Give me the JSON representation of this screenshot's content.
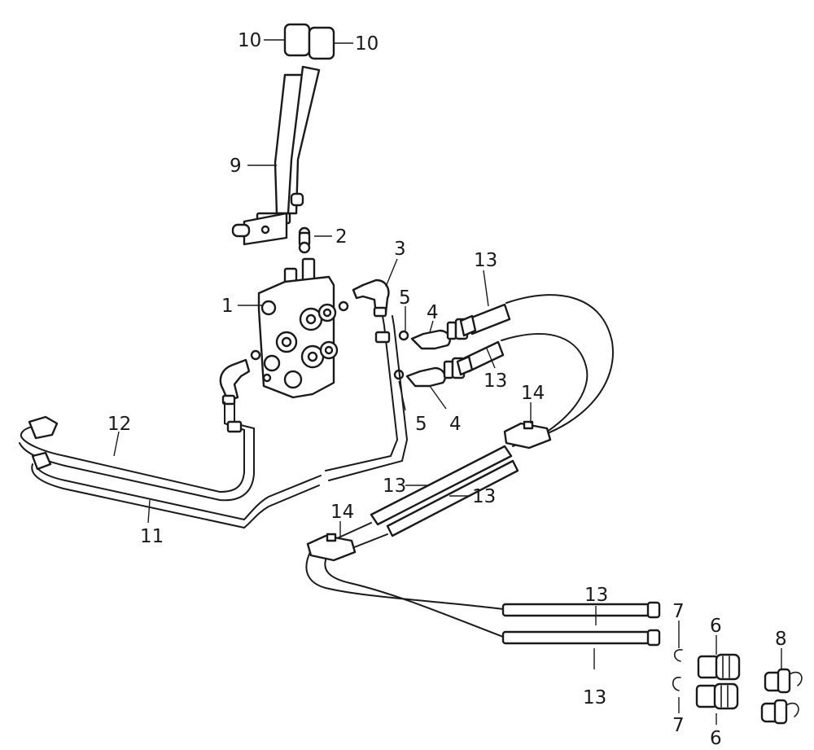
{
  "callouts": {
    "c1": "1",
    "c2": "2",
    "c3": "3",
    "c4a": "4",
    "c4b": "4",
    "c5a": "5",
    "c5b": "5",
    "c6a": "6",
    "c6b": "6",
    "c7a": "7",
    "c7b": "7",
    "c8": "8",
    "c9": "9",
    "c10a": "10",
    "c10b": "10",
    "c11": "11",
    "c12": "12",
    "c13a": "13",
    "c13b": "13",
    "c13c": "13",
    "c13d": "13",
    "c13e": "13",
    "c13f": "13",
    "c14a": "14",
    "c14b": "14"
  }
}
